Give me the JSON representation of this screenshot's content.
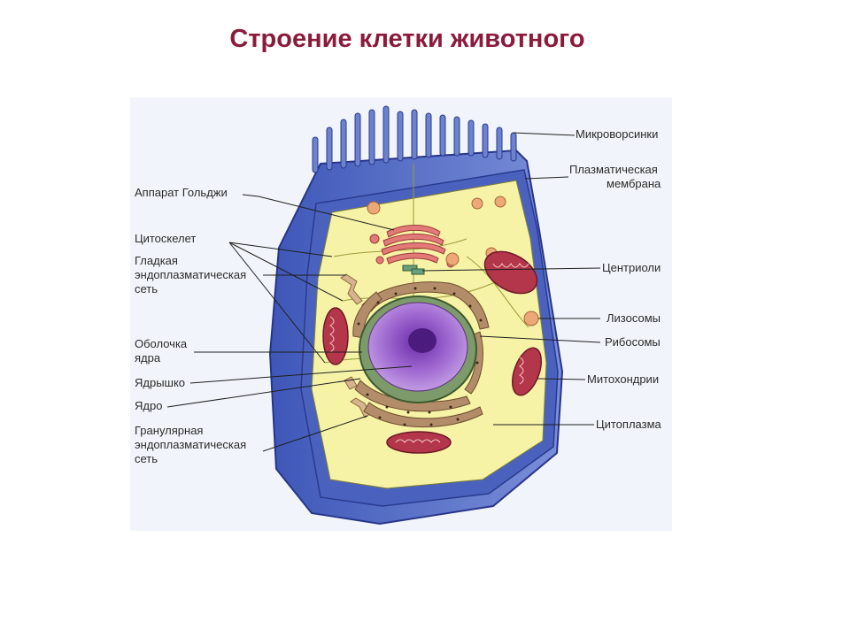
{
  "title": "Строение клетки животного",
  "labels_left": {
    "golgi": "Аппарат Гольджи",
    "cytoskeleton": "Цитоскелет",
    "smooth_er_1": "Гладкая",
    "smooth_er_2": "эндоплазматическая",
    "smooth_er_3": "сеть",
    "nuclear_envelope_1": "Оболочка",
    "nuclear_envelope_2": "ядра",
    "nucleolus": "Ядрышко",
    "nucleus": "Ядро",
    "rough_er_1": "Гранулярная",
    "rough_er_2": "эндоплазматическая",
    "rough_er_3": "сеть"
  },
  "labels_right": {
    "microvilli": "Микроворсинки",
    "plasma_membrane_1": "Плазматическая",
    "plasma_membrane_2": "мембрана",
    "centrioles": "Центриоли",
    "lysosomes": "Лизосомы",
    "ribosomes": "Рибосомы",
    "mitochondria": "Митохондрии",
    "cytoplasm": "Цитоплазма"
  },
  "colors": {
    "title": "#8b1a3b",
    "membrane_blue": "#5b72c6",
    "cytoplasm_yellow": "#f6f3a6",
    "nucleus_purple": "#9d5cc9",
    "mitochondria_red": "#b4364a",
    "er_brown": "#b38d6a",
    "lysosome_orange": "#e7a06c"
  }
}
